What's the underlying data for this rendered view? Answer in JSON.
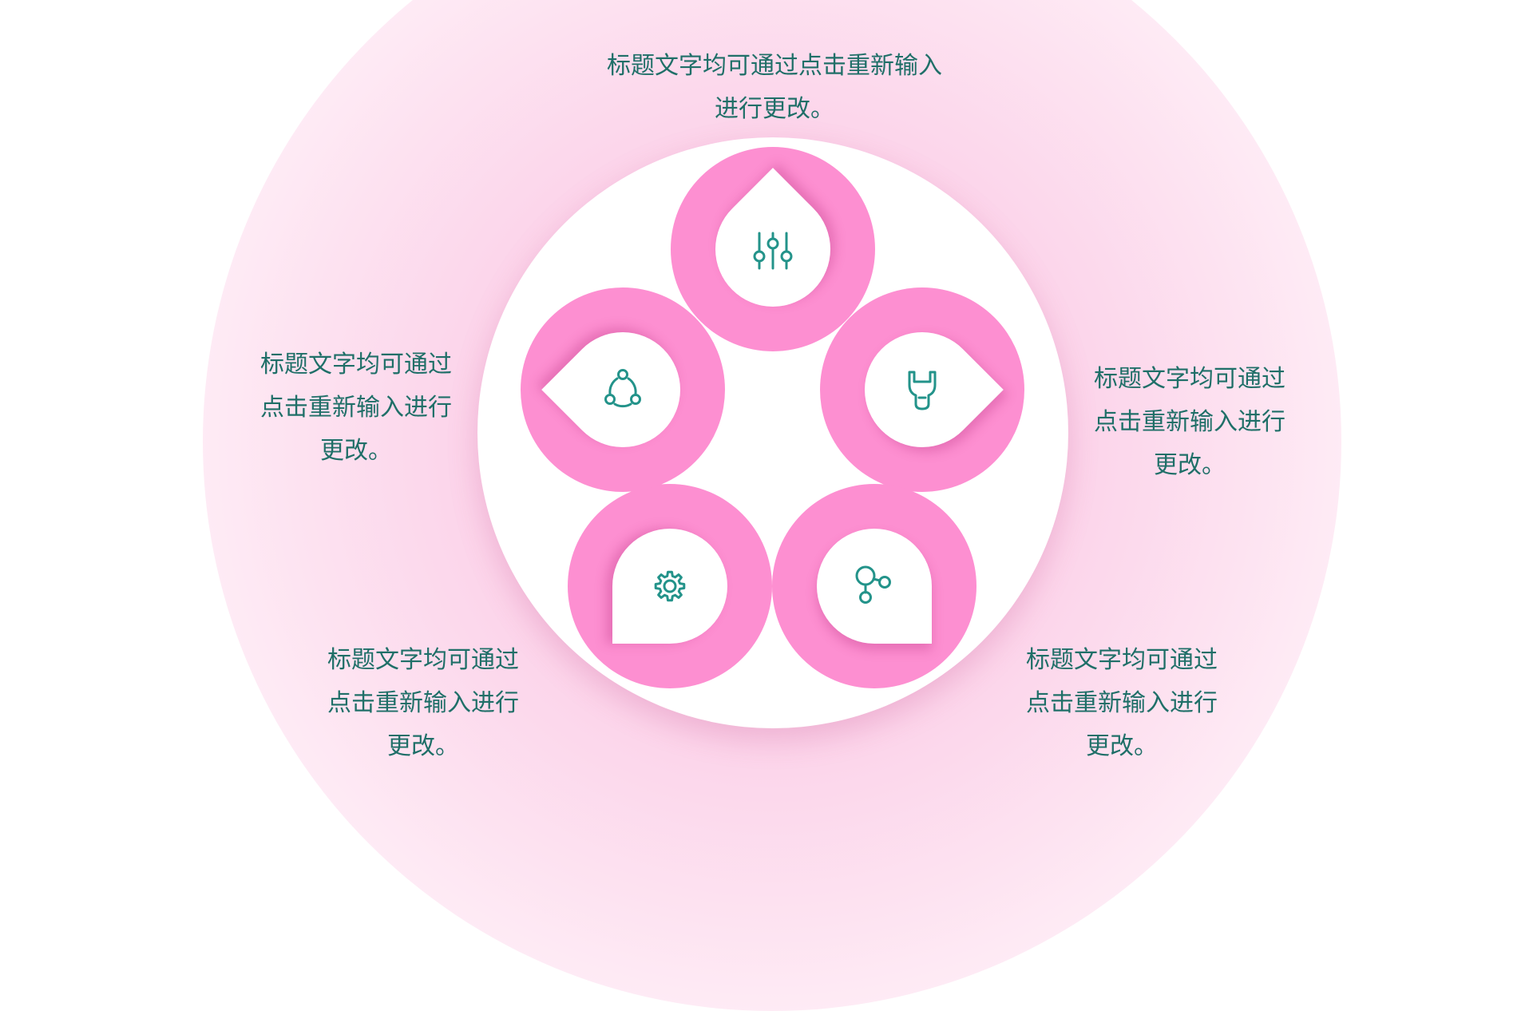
{
  "colors": {
    "accent_pink": "#fd8fd1",
    "text_teal": "#1f6f68",
    "icon_teal": "#23938a",
    "halo_pink": "#fccbe6"
  },
  "nodes": [
    {
      "icon": "sliders-icon",
      "label": "标题文字均可通过点击重新输入\n进行更改。"
    },
    {
      "icon": "wrench-icon",
      "label": "标题文字均可通过\n点击重新输入进行\n更改。"
    },
    {
      "icon": "share-icon",
      "label": "标题文字均可通过\n点击重新输入进行\n更改。"
    },
    {
      "icon": "gear-icon",
      "label": "标题文字均可通过\n点击重新输入进行\n更改。"
    },
    {
      "icon": "refresh-cycle-icon",
      "label": "标题文字均可通过\n点击重新输入进行\n更改。"
    }
  ]
}
